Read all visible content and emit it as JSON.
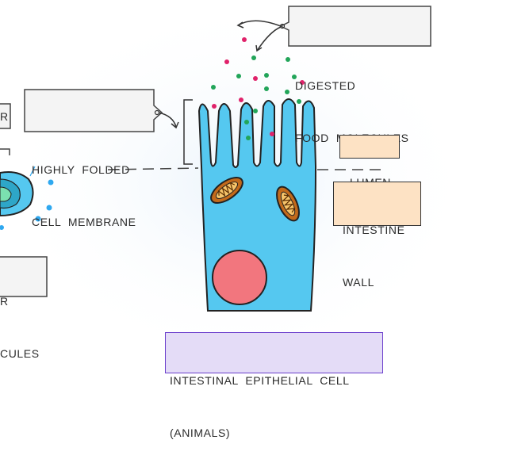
{
  "labels": {
    "digested_line1": "DIGESTED",
    "digested_line2": "FOOD  MOLECULES",
    "folded_line1": "HIGHLY  FOLDED",
    "folded_line2": "CELL  MEMBRANE",
    "lumen": "LUMEN",
    "wall_line1": "INTESTINE",
    "wall_line2": "WALL",
    "cell_line1": "INTESTINAL  EPITHELIAL  CELL",
    "cell_line2": "(ANIMALS)",
    "left_top_fragment": "R",
    "left_bottom_line1": "R",
    "left_bottom_line2": "CULES"
  },
  "colors": {
    "cell_fill": "#55c8f0",
    "cell_stroke": "#222222",
    "nucleus": "#f2767e",
    "mitochondrion": "#c26a1b",
    "mitochondrion_inner": "#f6c46a",
    "food_green": "#22a559",
    "food_pink": "#e0226a",
    "label_fill": "#fde2c4",
    "cell_label_fill": "#e4dcf7",
    "cell_label_border": "#6a3dcc",
    "tag_fill": "#f4f4f4"
  }
}
